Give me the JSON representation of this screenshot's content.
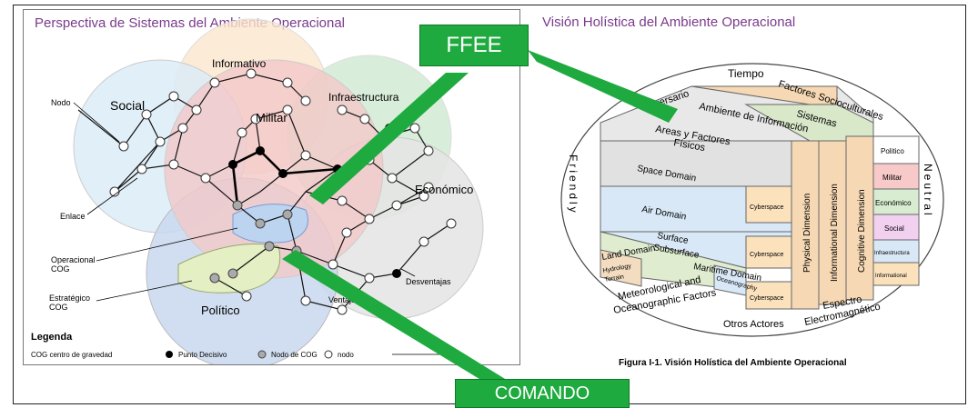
{
  "left": {
    "title": "Perspectiva de Sistemas del Ambiente Operacional",
    "circles": {
      "informativo": "Informativo",
      "infraestructura": "Infraestructura",
      "social": "Social",
      "militar": "Militar",
      "economico": "Económico",
      "politico": "Político"
    },
    "callouts": {
      "nodo": "Nodo",
      "enlace": "Enlace",
      "operacional_1": "Operacional",
      "operacional_2": "COG",
      "estrategico_1": "Estratégico",
      "estrategico_2": "COG",
      "desventajas": "Desventajas",
      "ventajas": "Ventajas"
    },
    "legend": {
      "title": "Legenda",
      "cog": "COG centro de gravedad",
      "punto": "Punto Decisivo",
      "nodo_cog": "Nodo de COG",
      "nodo": "nodo"
    }
  },
  "right": {
    "title": "Visión Holística del Ambiente Operacional",
    "caption": "Figura I-1. Visión Holística del Ambiente Operacional",
    "labels": {
      "tiempo": "Tiempo",
      "factores_socio": "Factores Socioculturales",
      "adversario": "Adversario",
      "ambiente_info": "Ambiente de Información",
      "sistemas": "Sistemas",
      "areas": "Areas y Factores",
      "fisicos": "Físicos",
      "space": "Space Domain",
      "air": "Air Domain",
      "surface": "Surface",
      "subsurface": "Subsurface",
      "land": "Land Domain",
      "maritime": "Maritime Domain",
      "hydrology": "Hydrology",
      "terrain": "Terrain",
      "oceanography": "Oceanography",
      "cyber1": "Cyberspace",
      "cyber2": "Cyberspace",
      "cyber3": "Cyberspace",
      "physical_dim": "Physical Dimension",
      "informational_dim": "Informational Dimension",
      "cognitive_dim": "Cognitive Dimension",
      "politico": "Politico",
      "militar": "Militar",
      "economico": "Económico",
      "social": "Social",
      "infra": "Infraestructura",
      "informational": "Informational",
      "friendly": "Friendly",
      "neutral": "Neutral",
      "meteorological_1": "Meteorological and",
      "meteorological_2": "Oceanographic Factors",
      "otros": "Otros Actores",
      "espectro_1": "Espectro",
      "espectro_2": "Electromagnético"
    }
  },
  "overlay": {
    "ffee": "FFEE",
    "comando": "COMANDO"
  },
  "colors": {
    "green": "#1faa3f",
    "title_purple": "#7a3a8c"
  }
}
